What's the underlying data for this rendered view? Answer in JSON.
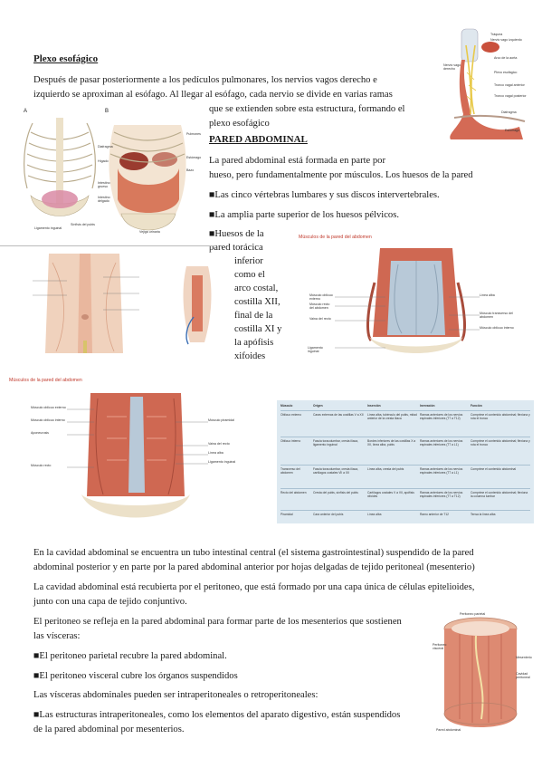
{
  "section1": {
    "heading": "Plexo esofágico",
    "para_line1": "Después de pasar posteriormente a los pedículos pulmonares, los nervios vagos derecho e",
    "para_line2": "izquierdo se aproximan al esófago. Al llegar al esófago, cada nervio se divide en varias ramas",
    "para_line3": "que se extienden sobre esta estructura, formando el",
    "para_line4": "plexo esofágico"
  },
  "section2": {
    "heading": "PARED ABDOMINAL",
    "intro_line1": "La pared abdominal está formada en parte por",
    "intro_line2": "hueso, pero fundamentalmente por músculos. Los huesos de la pared",
    "bullet1": "Las cinco vértebras lumbares y sus discos intervertebrales.",
    "bullet2": "La amplia parte superior de los huesos pélvicos.",
    "bullet3_lines": [
      "Huesos de la",
      "pared torácica",
      "inferior",
      "como el",
      "arco costal,",
      "costilla XII,",
      "final de la",
      "costilla XI y",
      "la apófisis",
      "xifoides"
    ],
    "bullet_glyph": "■"
  },
  "figure_captions": {
    "muscles1": "Músculos de la pared del abdomen",
    "muscles2": "Músculos de la pared del abdomen"
  },
  "thorax_fig": {
    "panel_a": "A",
    "panel_b": "B",
    "labels_a": [
      "Ligamento inguinal",
      "Sínfisis del pubis"
    ],
    "labels_b": [
      "Diafragma",
      "Pulmones",
      "Hígado",
      "Estómago",
      "Bazo",
      "Intestino grueso",
      "Intestino delgado",
      "Vejiga urinaria"
    ]
  },
  "esophagus_fig": {
    "labels": [
      "Tráquea",
      "Nervio vago izquierdo",
      "Arco de la aorta",
      "Nervio vago derecho",
      "Plexo esofágico",
      "Tronco vagal anterior",
      "Tronco vagal posterior",
      "Diafragma",
      "Estómago"
    ]
  },
  "abdomen_table": {
    "headers": [
      "Músculo",
      "Origen",
      "Inserción",
      "Inervación",
      "Función"
    ],
    "rows": [
      {
        "muscle": "Oblicuo externo",
        "cols": [
          "Caras externas de las costillas V a XII",
          "Línea alba, tubérculo del pubis, mitad anterior de la cresta ilíaca",
          "Ramas anteriores de los nervios espinales inferiores (T7 a T12)",
          "Comprime el contenido abdominal; flexiona y rota el tronco"
        ]
      },
      {
        "muscle": "Oblicuo interno",
        "cols": [
          "Fascia toracolumbar, cresta ilíaca, ligamento inguinal",
          "Bordes inferiores de las costillas X a XII, línea alba, pubis",
          "Ramas anteriores de los nervios espinales inferiores (T7 a L1)",
          "Comprime el contenido abdominal; flexiona y rota el tronco"
        ]
      },
      {
        "muscle": "Transverso del abdomen",
        "cols": [
          "Fascia toracolumbar, cresta ilíaca, cartílagos costales VII a XII",
          "Línea alba, cresta del pubis",
          "Ramas anteriores de los nervios espinales inferiores (T7 a L1)",
          "Comprime el contenido abdominal"
        ]
      },
      {
        "muscle": "Recto del abdomen",
        "cols": [
          "Cresta del pubis, sínfisis del pubis",
          "Cartílagos costales V a VII, apófisis xifoides",
          "Ramas anteriores de los nervios espinales inferiores (T7 a T12)",
          "Comprime el contenido abdominal; flexiona la columna lumbar"
        ]
      },
      {
        "muscle": "Piramidal",
        "cols": [
          "Cara anterior del pubis",
          "Línea alba",
          "Ramo anterior de T12",
          "Tensa la línea alba"
        ]
      }
    ]
  },
  "muscles_fig1_labels": [
    "Músculo oblicuo externo",
    "Músculo recto del abdomen",
    "Vaina del recto",
    "Línea alba",
    "Músculo transverso del abdomen",
    "Músculo oblicuo interno",
    "Ligamento inguinal"
  ],
  "muscles_fig2_labels": [
    "Músculo oblicuo externo",
    "Músculo oblicuo interno",
    "Aponeurosis",
    "Músculo recto",
    "Músculo piramidal",
    "Vaina del recto",
    "Línea alba",
    "Ligamento inguinal"
  ],
  "cavity_fig_labels": [
    "Peritoneo parietal",
    "Peritoneo visceral",
    "Mesenterio",
    "Cavidad peritoneal",
    "Pared abdominal"
  ],
  "section3": {
    "p1_line1": "En la cavidad abdominal se encuentra un tubo intestinal central (el sistema gastrointestinal) suspendido de la pared",
    "p1_line2": "abdominal posterior y en parte por la pared abdominal anterior por hojas delgadas de tejido peritoneal (mesenterio)",
    "p2_line1": "La cavidad abdominal está recubierta por el peritoneo, que está formado por una capa única de células epitelioides,",
    "p2_line2": "junto con una capa de tejido conjuntivo.",
    "p3_line1": "El peritoneo se refleja en la pared abdominal para formar parte de los mesenterios que sostienen",
    "p3_line2": "las vísceras:",
    "bullet4": "El peritoneo parietal recubre la pared abdominal.",
    "bullet5": "El peritoneo visceral cubre los órganos suspendidos",
    "p4": "Las vísceras abdominales pueden ser intraperitoneales o retroperitoneales:",
    "bullet6_line1": "Las estructuras intraperitoneales, como los elementos del aparato digestivo, están suspendidos",
    "bullet6_line2": "de la pared abdominal por mesenterios."
  },
  "colors": {
    "muscle": "#c9614e",
    "muscle_light": "#e08c77",
    "bone": "#ece1c9",
    "sheath": "#b8c9d8",
    "caption": "#c0392b",
    "table_bg": "#dde9f1"
  }
}
